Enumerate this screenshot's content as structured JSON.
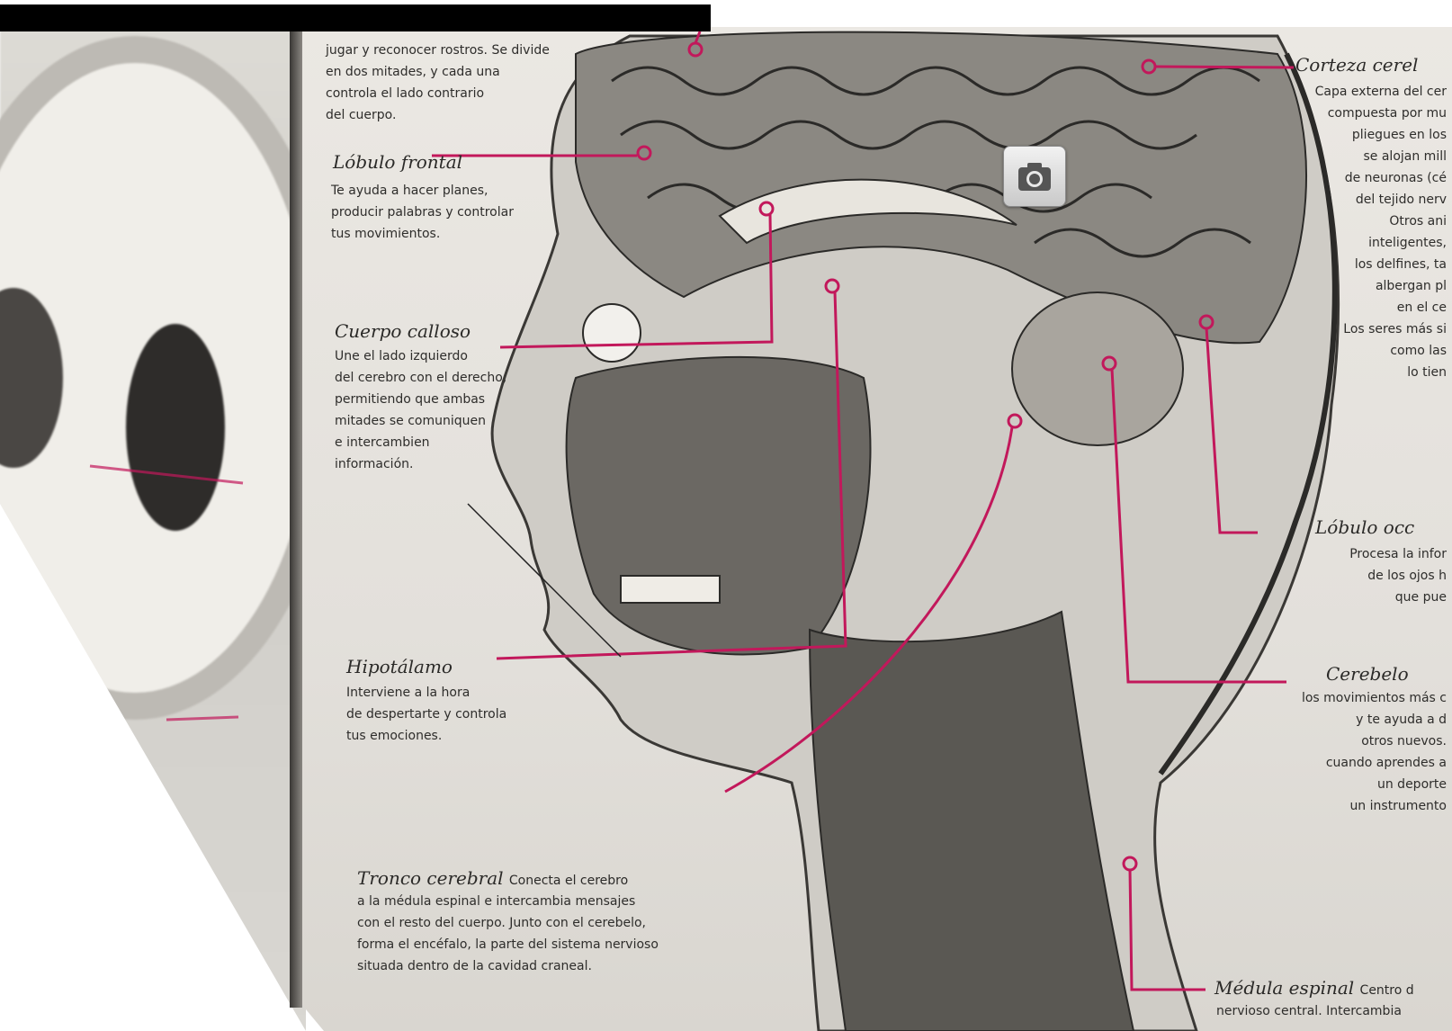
{
  "labels": {
    "intro": {
      "body": "jugar y reconocer rostros. Se divide\nen dos mitades, y cada una\ncontrola el lado contrario\ndel cuerpo."
    },
    "frontal": {
      "title": "Lóbulo frontal",
      "body": "Te ayuda a hacer planes,\nproducir palabras y controlar\ntus movimientos."
    },
    "calloso": {
      "title": "Cuerpo calloso",
      "body": "Une el lado izquierdo\ndel cerebro con el derecho,\npermitiendo que ambas\nmitades se comuniquen\ne intercambien\ninformación."
    },
    "hipotalamo": {
      "title": "Hipotálamo",
      "body": "Interviene a la hora\nde despertarte y controla\ntus emociones."
    },
    "tronco": {
      "title": "Tronco cerebral",
      "inline": "Conecta el cerebro",
      "body": "a la médula espinal e intercambia mensajes\ncon el resto del cuerpo. Junto con el cerebelo,\nforma el encéfalo, la parte del sistema nervioso\nsituada dentro de la cavidad craneal."
    },
    "corteza": {
      "title": "Corteza cerel",
      "body": "Capa externa del cer\ncompuesta por mu\npliegues en los\nse alojan mill\nde neuronas (cé\ndel tejido nerv\nOtros ani\ninteligentes,\nlos delfines, ta\nalbergan pl\nen el ce\nLos seres más si\ncomo las\nlo tien"
    },
    "occipital": {
      "title": "Lóbulo occ",
      "body": "Procesa la infor\nde los ojos h\nque pue"
    },
    "cerebelo": {
      "title": "Cerebelo",
      "body": "los movimientos más c\ny te ayuda a d\notros nuevos.\ncuando aprendes a\nun deporte\nun instrumento"
    },
    "medula": {
      "title": "Médula espinal",
      "inline": "Centro d",
      "body": "nervioso central. Intercambia"
    }
  },
  "colors": {
    "accent": "#c2185b",
    "ink": "#2b2a28",
    "paper": "#e8e5e0"
  },
  "camera_icon": "camera-icon"
}
